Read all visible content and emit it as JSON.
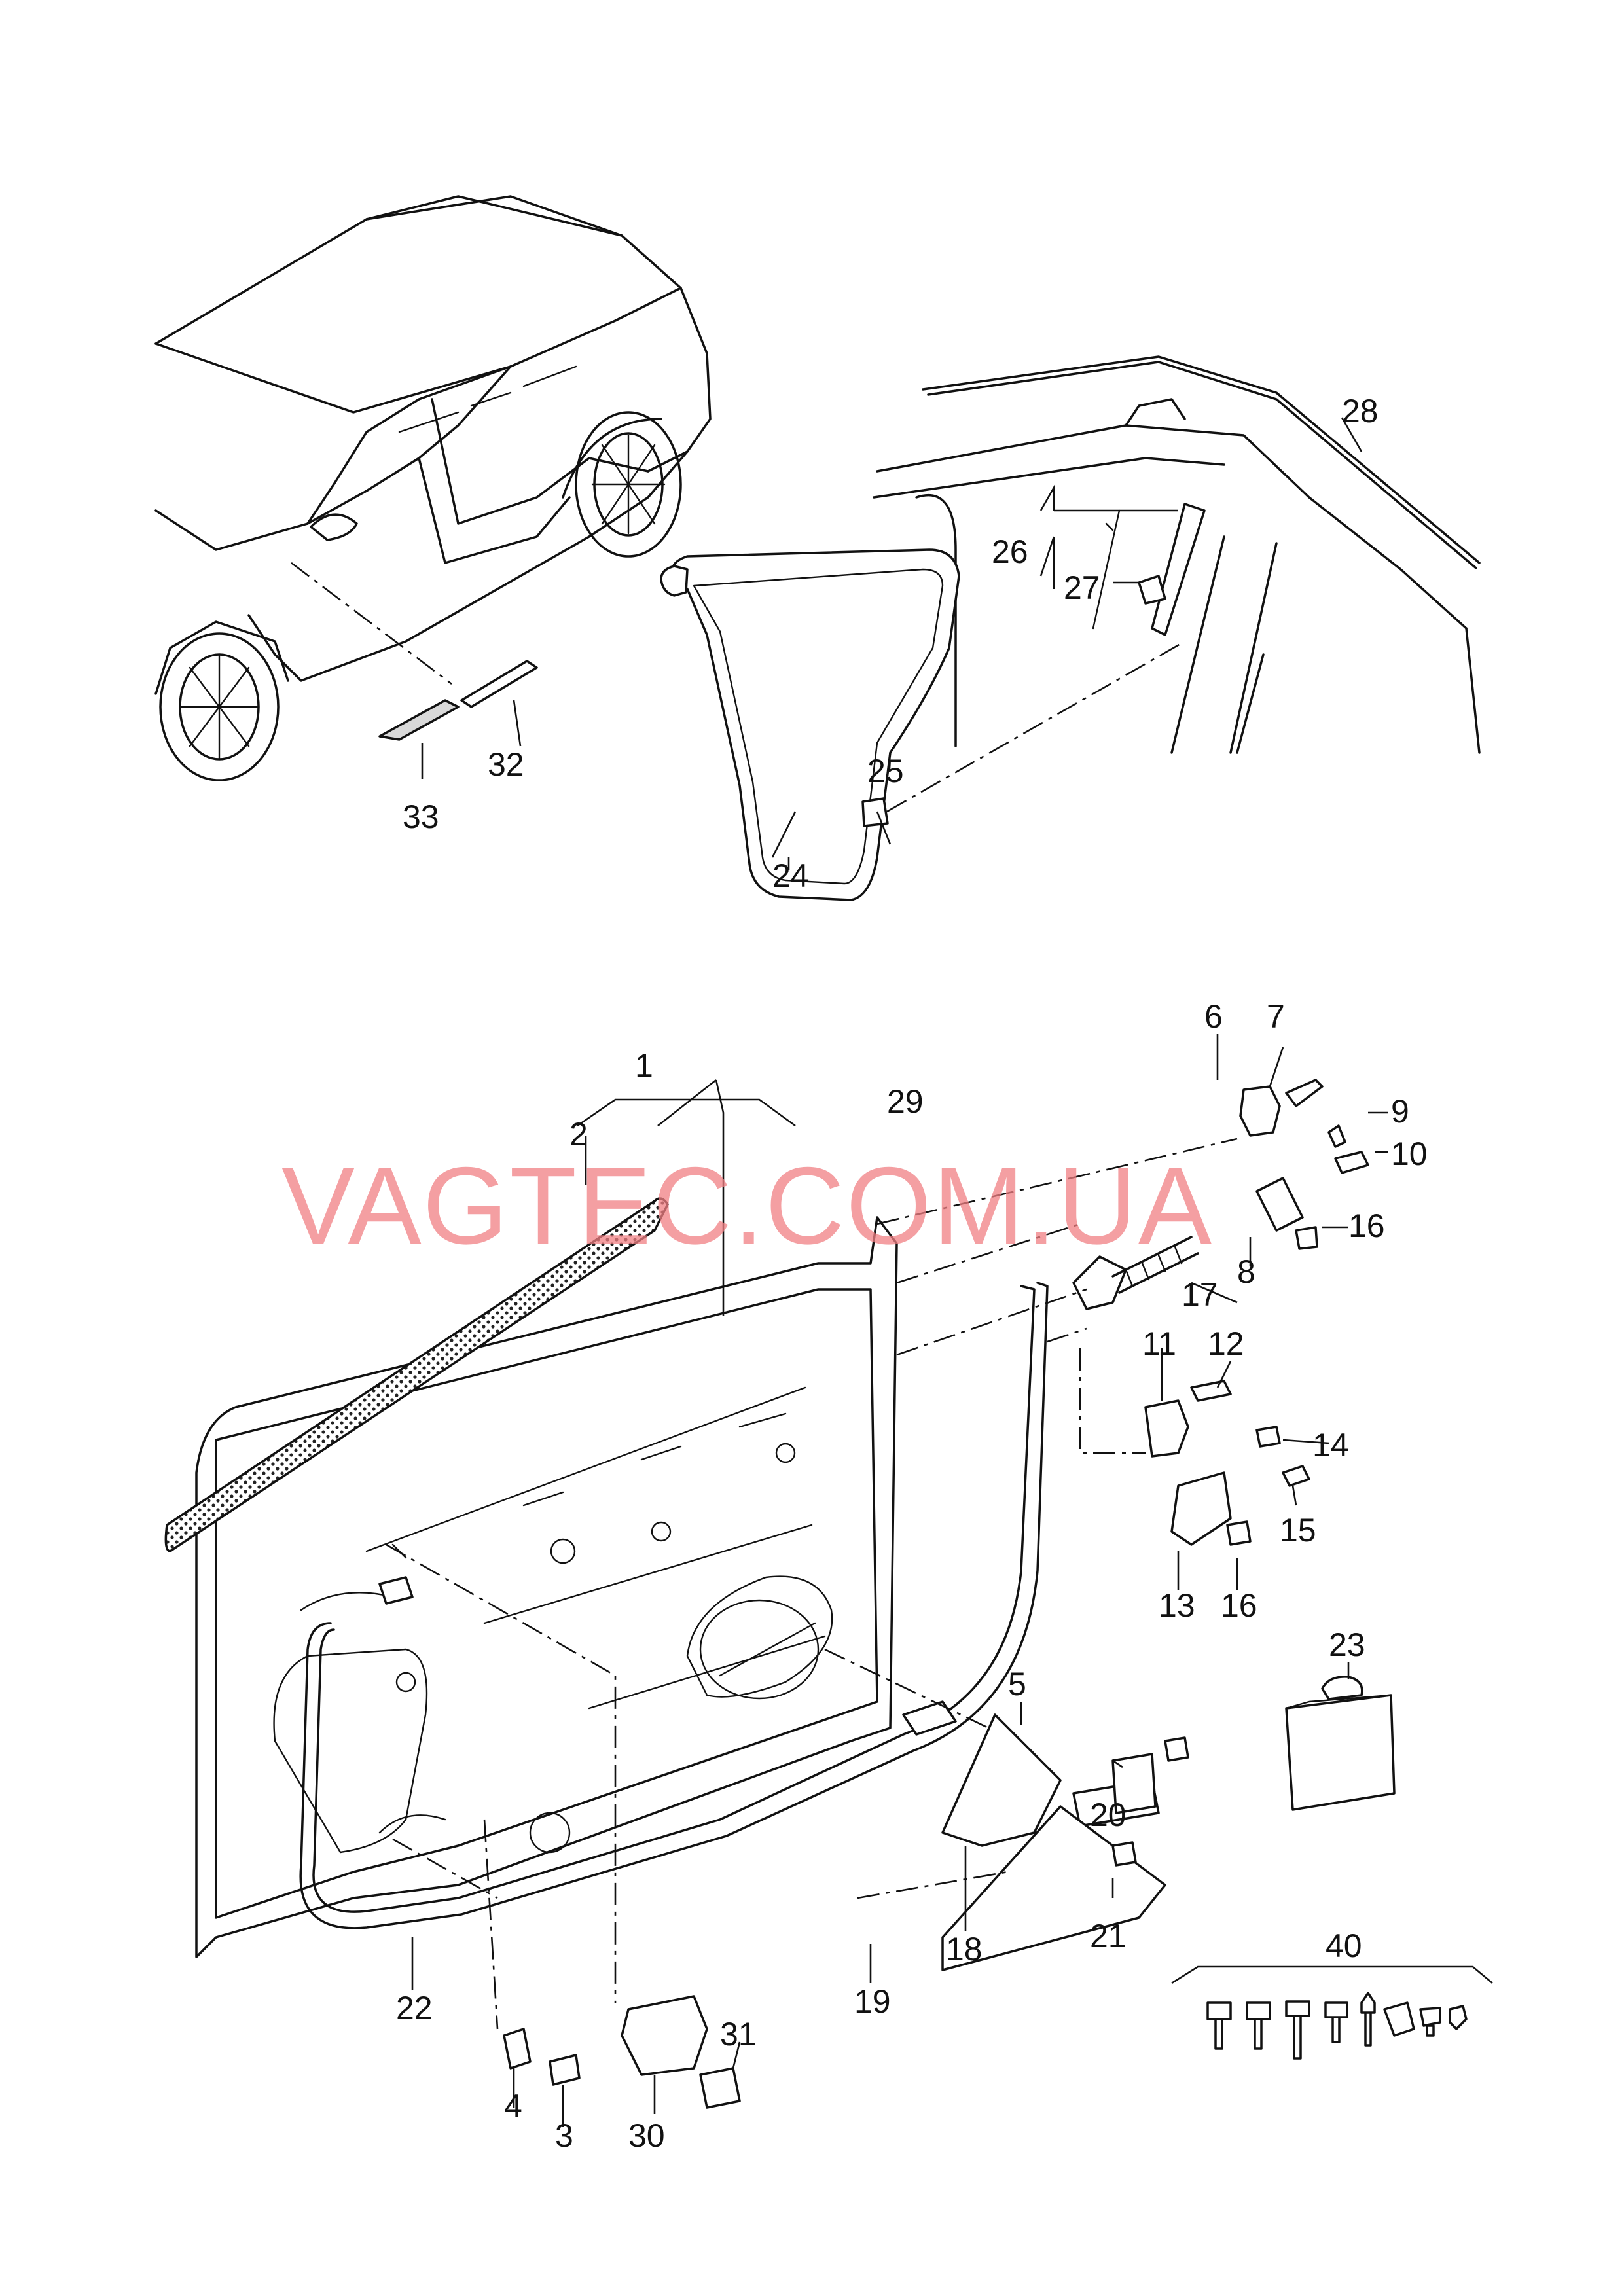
{
  "watermark": "VAGTEC.COM.UA",
  "labels": [
    "1",
    "2",
    "3",
    "4",
    "5",
    "6",
    "7",
    "8",
    "9",
    "10",
    "11",
    "12",
    "13",
    "14",
    "15",
    "16",
    "16",
    "17",
    "18",
    "19",
    "20",
    "21",
    "22",
    "23",
    "24",
    "25",
    "26",
    "27",
    "28",
    "29",
    "30",
    "31",
    "32",
    "33",
    "40"
  ]
}
